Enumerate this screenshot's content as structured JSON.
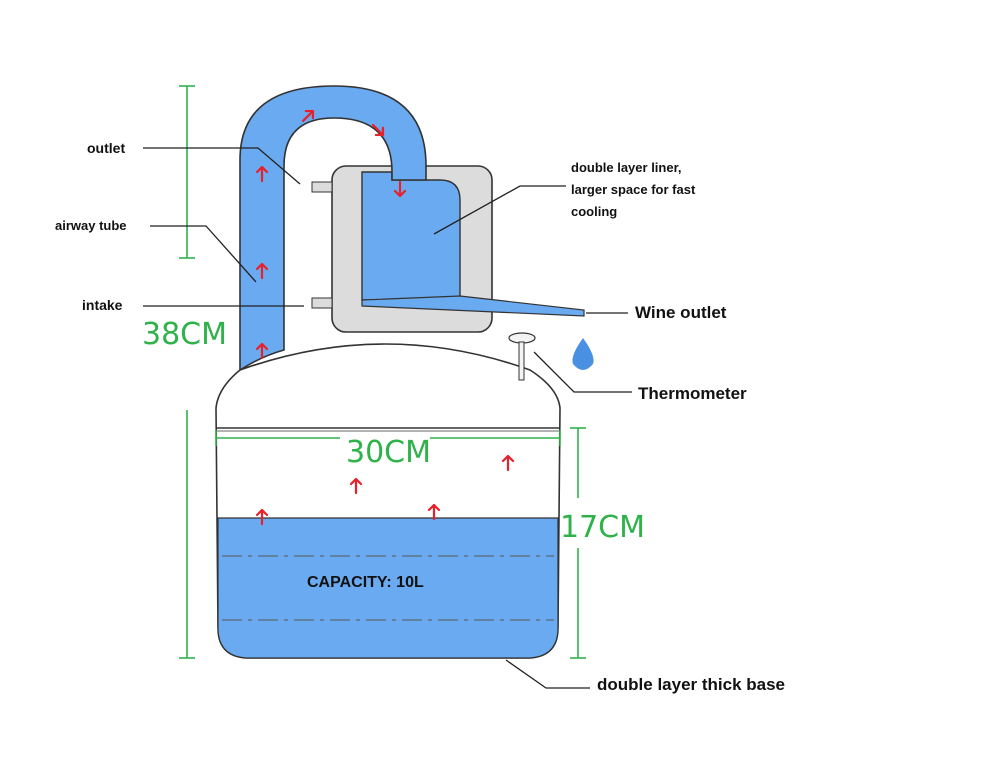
{
  "labels": {
    "outlet": "outlet",
    "airway_tube": "airway tube",
    "intake": "intake",
    "liner_line1": "double layer liner,",
    "liner_line2": "larger space for fast",
    "liner_line3": "cooling",
    "wine_outlet": "Wine outlet",
    "thermometer": "Thermometer",
    "capacity": "CAPACITY: 10L",
    "base": "double layer thick base"
  },
  "dimensions": {
    "height_total": "38CM",
    "width": "30CM",
    "height_pot": "17CM"
  },
  "colors": {
    "liquid": "#6aaaf0",
    "metal": "#dcdcdc",
    "outline": "#333333",
    "arrow": "#e8202a",
    "dimension": "#2fb24a",
    "drop": "#4a90e2"
  }
}
